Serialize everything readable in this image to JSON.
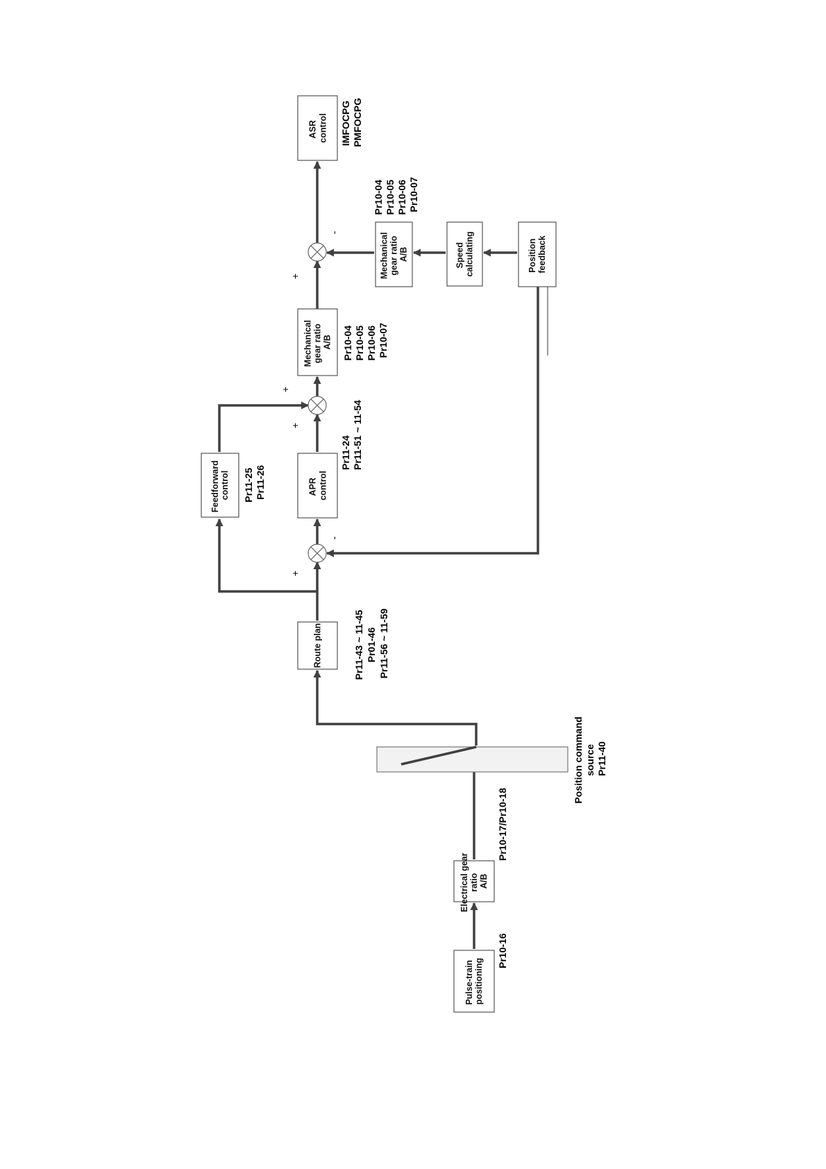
{
  "blocks": {
    "asr": [
      "ASR",
      "control"
    ],
    "mech_gear_main": [
      "Mechanical",
      "gear ratio",
      "A/B"
    ],
    "feedforward": [
      "Feedforward",
      "control"
    ],
    "apr": [
      "APR",
      "control"
    ],
    "route_plan": [
      "Route plan"
    ],
    "mech_gear_fb": [
      "Mechanical",
      "gear ratio",
      "A/B"
    ],
    "speed_calc": [
      "Speed",
      "calculating"
    ],
    "position_feedback": [
      "Position",
      "feedback"
    ],
    "electrical_gear": [
      "Electrical gear",
      "ratio",
      "A/B"
    ],
    "pulse_train": [
      "Pulse-train",
      "positioning"
    ]
  },
  "params": {
    "asr": [
      "IMFOCPG",
      "PMFOCPG"
    ],
    "mech_gear_main": [
      "Pr10-04",
      "Pr10-05",
      "Pr10-06",
      "Pr10-07"
    ],
    "mech_gear_fb": [
      "Pr10-04",
      "Pr10-05",
      "Pr10-06",
      "Pr10-07"
    ],
    "feedforward": [
      "Pr11-25",
      "Pr11-26"
    ],
    "apr": [
      "Pr11-24",
      "Pr11-51 ~ 11-54"
    ],
    "route_plan": [
      "Pr11-43 ~ 11-45",
      "Pr01-46",
      "Pr11-56 ~ 11-59"
    ],
    "position_command_source": [
      "Position command",
      "source",
      "Pr11-40"
    ],
    "electrical_gear": [
      "Pr10-17/Pr10-18"
    ],
    "pulse_train": [
      "Pr10-16"
    ]
  },
  "signs": {
    "sum_top_plus": "+",
    "sum_top_minus": "-",
    "sum_ff_plus_route": "+",
    "sum_ff_plus_feedforward": "+",
    "sum_apr_plus": "+",
    "sum_apr_minus": "-"
  }
}
